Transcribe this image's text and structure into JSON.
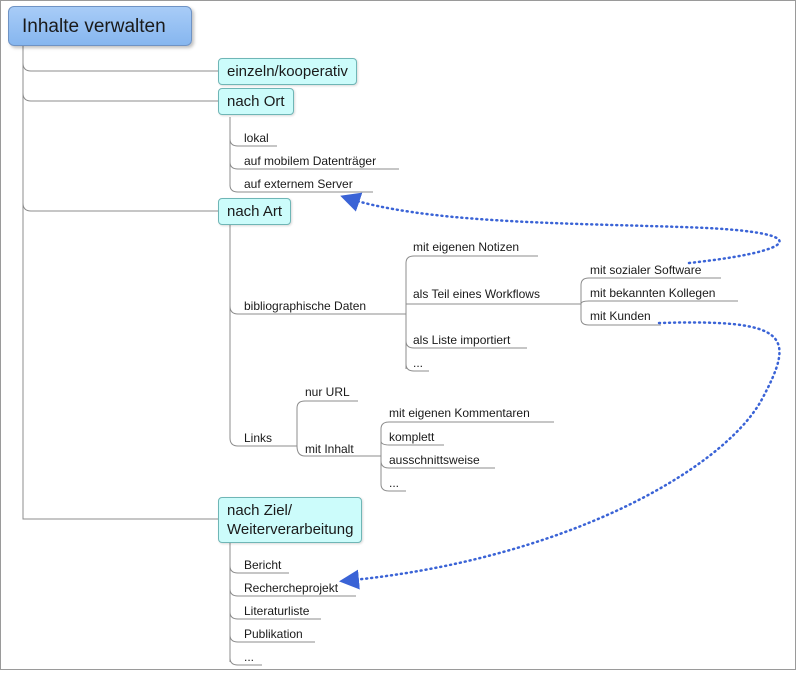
{
  "root": "Inhalte verwalten",
  "categories": {
    "einzeln": "einzeln/kooperativ",
    "ort": "nach Ort",
    "art": "nach Art",
    "ziel": "nach Ziel/\nWeiterverarbeitung"
  },
  "ort_items": [
    "lokal",
    "auf mobilem Datenträger",
    "auf externem Server"
  ],
  "art": {
    "biblio": "bibliographische Daten",
    "biblio_items": [
      "mit eigenen Notizen",
      "als Teil eines Workflows",
      "als Liste importiert",
      "..."
    ],
    "workflow_items": [
      "mit sozialer Software",
      "mit bekannten Kollegen",
      "mit Kunden"
    ],
    "links": "Links",
    "links_items": [
      "nur URL",
      "mit Inhalt"
    ],
    "inhalt_items": [
      "mit eigenen Kommentaren",
      "komplett",
      "ausschnittsweise",
      "..."
    ]
  },
  "ziel_items": [
    "Bericht",
    "Rechercheprojekt",
    "Literaturliste",
    "Publikation",
    "..."
  ],
  "colors": {
    "root_fill": "#94c0f3",
    "category_fill": "#ccfcfb",
    "line": "#8c8c8c",
    "arrow": "#3a63d6"
  }
}
